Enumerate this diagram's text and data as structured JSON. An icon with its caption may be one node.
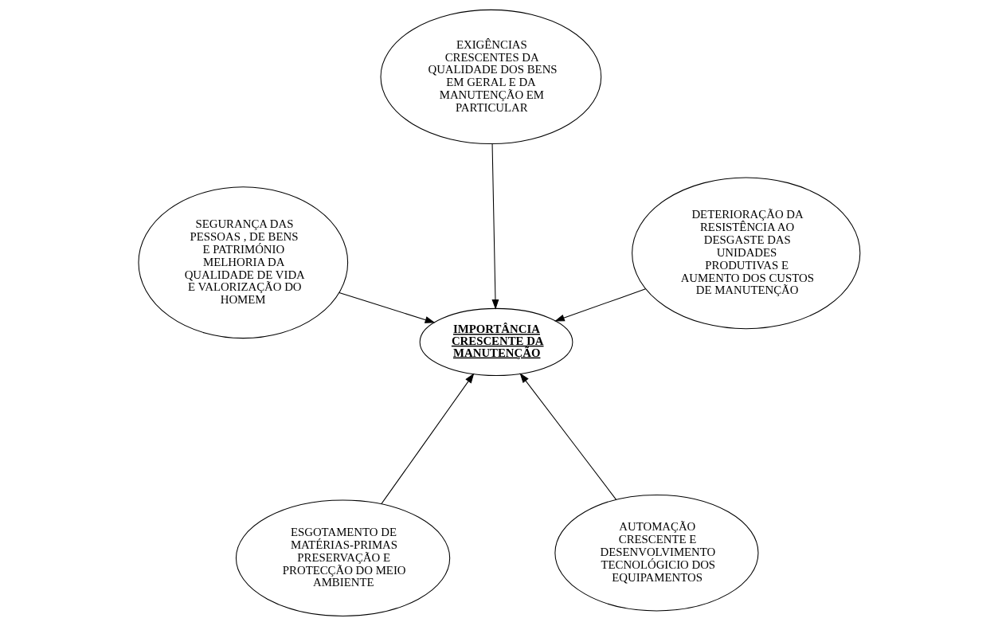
{
  "diagram": {
    "nodes": [
      {
        "text": [
          "ESGOTAMENTO DE MATÉRIAS-PRIMAS",
          "PRESERVAÇÃO E PROTECÇÃO DO MEIO AMBIENTE"
        ]
      },
      {
        "text": [
          "AUTOMAÇÃO CRESCENTE E DESENVOLVIMENTO TECNOLÓGICIO DOS EQUIPAMENTOS"
        ]
      },
      {
        "text": [
          "IMPORTÂNCIA CRESCENTE DA MANUTENÇÃO"
        ]
      },
      {
        "text": [
          "EXIGÊNCIAS CRESCENTES DA QUALIDADE DOS BENS EM GERAL E DA MANUTENÇÃO EM PARTICULAR"
        ]
      },
      {
        "text": [
          "DETERIORAÇÃO DA RESISTÊNCIA AO DESGASTE DAS UNIDADES PRODUTIVAS E AUMENTO DOS CUSTOS DE MANUTENÇÃO"
        ]
      },
      {
        "text": [
          "SEGURANÇA DAS PESSOAS , DE BENS E PATRIMÓNIO",
          "MELHORIA DA QUALIDADE DE VIDA E VALORIZAÇÃO DO HOMEM"
        ]
      }
    ],
    "edges": [
      {
        "from": 0,
        "to": 2,
        "arrow": "to"
      },
      {
        "from": 1,
        "to": 2,
        "arrow": "to"
      },
      {
        "from": 3,
        "to": 2,
        "arrow": "to"
      },
      {
        "from": 4,
        "to": 2,
        "arrow": "to"
      },
      {
        "from": 5,
        "to": 2,
        "arrow": "to"
      }
    ]
  }
}
